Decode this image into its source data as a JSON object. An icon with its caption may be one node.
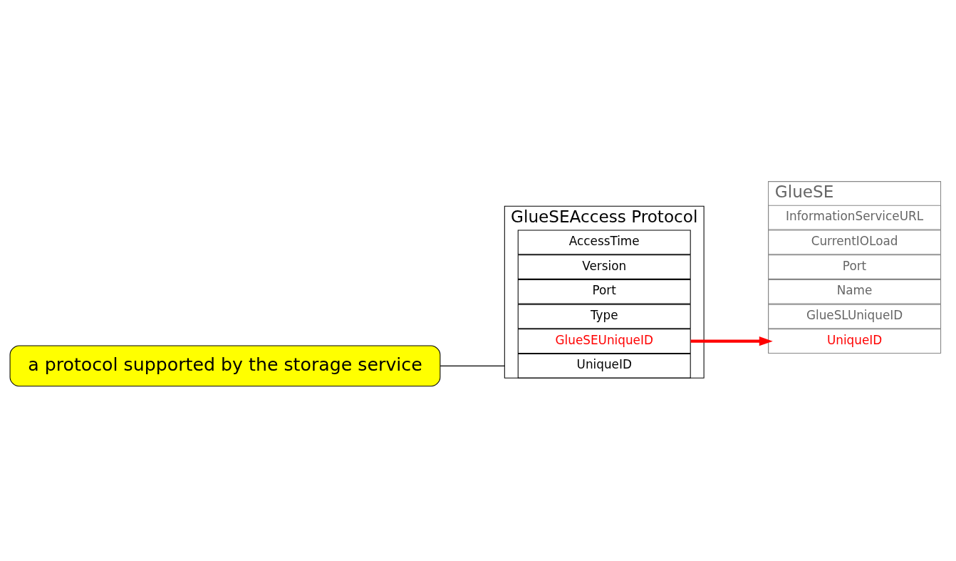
{
  "diagram": {
    "nodes": [
      {
        "text": [
          "GlueSEAccess Protocol"
        ]
      },
      {
        "text": [
          "UniqueID"
        ],
        "in": 0
      },
      {
        "text": [
          "GlueSEUniqueID"
        ],
        "in": 0
      },
      {
        "text": [
          "Type"
        ],
        "in": 0
      },
      {
        "text": [
          "Port"
        ],
        "in": 0
      },
      {
        "text": [
          "Version"
        ],
        "in": 0
      },
      {
        "text": [
          "AccessTime"
        ],
        "in": 0
      },
      {
        "text": [
          "GlueSE"
        ]
      },
      {
        "text": [
          "UniqueID"
        ],
        "in": 7
      },
      {
        "text": [
          "GlueSLUniqueID"
        ],
        "in": 7
      },
      {
        "text": [
          "Name"
        ],
        "in": 7
      },
      {
        "text": [
          "Port"
        ],
        "in": 7
      },
      {
        "text": [
          "CurrentIOLoad"
        ],
        "in": 7
      },
      {
        "text": [
          "InformationServiceURL"
        ],
        "in": 7
      },
      {
        "text": [
          "a protocol supported by the storage service"
        ]
      }
    ],
    "edges": [
      {
        "from": 2,
        "to": 8,
        "arrow": "to",
        "style": "thick",
        "color": "#ff0000"
      },
      {
        "from": 14,
        "to": 0,
        "arrow": "none",
        "color": "#000000"
      }
    ]
  }
}
